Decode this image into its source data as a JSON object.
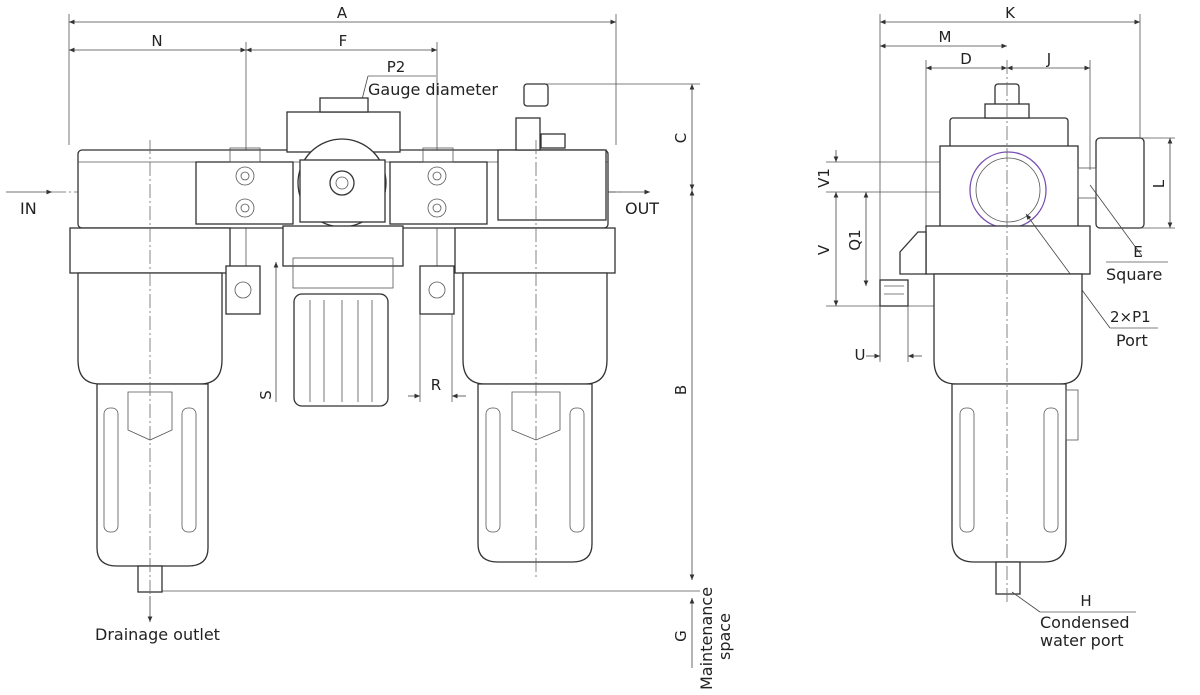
{
  "colors": {
    "line": "#333333",
    "accent": "#7a4fb3",
    "background": "#ffffff"
  },
  "front_view": {
    "dim_A": "A",
    "dim_N": "N",
    "dim_F": "F",
    "dim_P2": "P2",
    "gauge_label": "Gauge diameter",
    "dim_C": "C",
    "dim_B": "B",
    "dim_G": "G",
    "dim_S": "S",
    "dim_R": "R",
    "in_label": "IN",
    "out_label": "OUT",
    "drainage_label": "Drainage outlet",
    "maintenance_line1": "Maintenance",
    "maintenance_line2": "space"
  },
  "side_view": {
    "dim_K": "K",
    "dim_M": "M",
    "dim_D": "D",
    "dim_J": "J",
    "dim_V1": "V1",
    "dim_V": "V",
    "dim_Q1": "Q1",
    "dim_L": "L",
    "dim_E": "E",
    "square_label": "Square",
    "dim_2P1": "2×P1",
    "port_label": "Port",
    "dim_U": "U",
    "dim_H": "H",
    "condensed_line1": "Condensed",
    "condensed_line2": "water port"
  }
}
